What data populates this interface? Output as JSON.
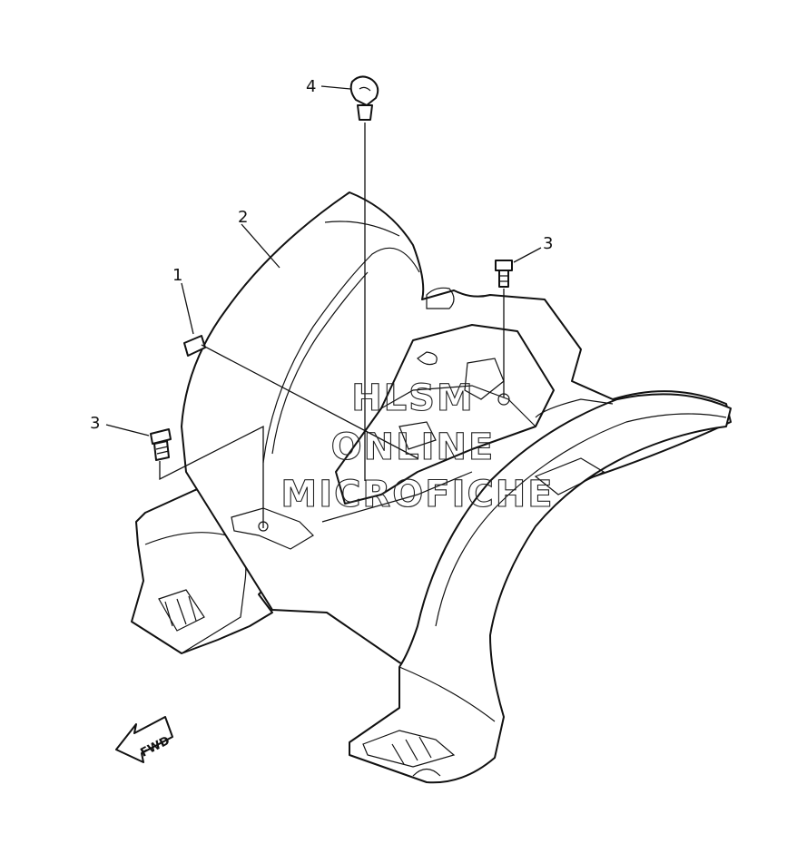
{
  "callouts": {
    "c1": "1",
    "c2": "2",
    "c3a": "3",
    "c3b": "3",
    "c4": "4"
  },
  "direction_arrow": {
    "label": "FWD"
  },
  "watermark": {
    "line1": "HLSM",
    "line2": "ONLINE",
    "line3": "MICROFICHE"
  },
  "colors": {
    "line": "#111111",
    "background": "#ffffff"
  }
}
